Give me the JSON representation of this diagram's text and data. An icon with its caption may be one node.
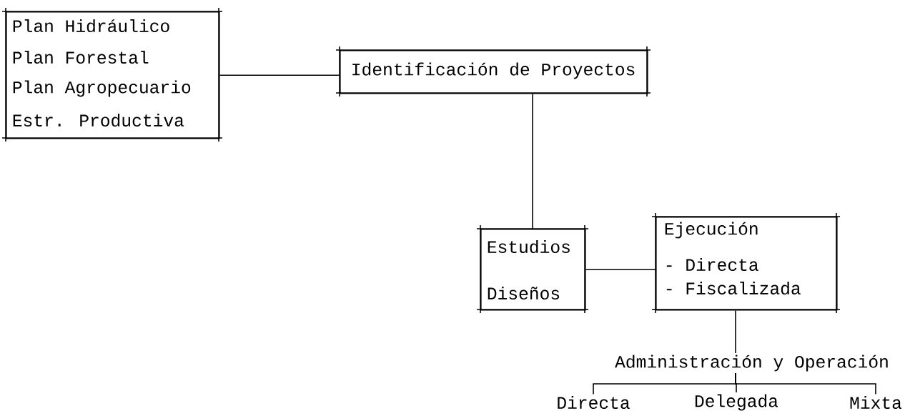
{
  "diagram": {
    "nodes": [
      {
        "text": [
          "Plan Hidráulico",
          "Plan Forestal",
          "Plan Agropecuario",
          "Estr. Productiva"
        ]
      },
      {
        "text": [
          "Identificación de Proyectos"
        ]
      },
      {
        "text": [
          "Estudios",
          "Diseños"
        ]
      },
      {
        "text": [
          "Ejecución",
          "- Directa",
          "- Fiscalizada"
        ]
      },
      {
        "text": [
          "Administración y Operación"
        ]
      },
      {
        "text": [
          "Directa"
        ]
      },
      {
        "text": [
          "Delegada"
        ]
      },
      {
        "text": [
          "Mixta"
        ]
      }
    ],
    "edges": [
      {
        "from": 0,
        "to": 1,
        "arrow": "none"
      },
      {
        "from": 1,
        "to": 2,
        "arrow": "none"
      },
      {
        "from": 2,
        "to": 3,
        "arrow": "none"
      },
      {
        "from": 3,
        "to": 4,
        "arrow": "none"
      },
      {
        "from": 4,
        "to": 5,
        "arrow": "none"
      },
      {
        "from": 4,
        "to": 6,
        "arrow": "none"
      },
      {
        "from": 4,
        "to": 7,
        "arrow": "none"
      }
    ]
  }
}
